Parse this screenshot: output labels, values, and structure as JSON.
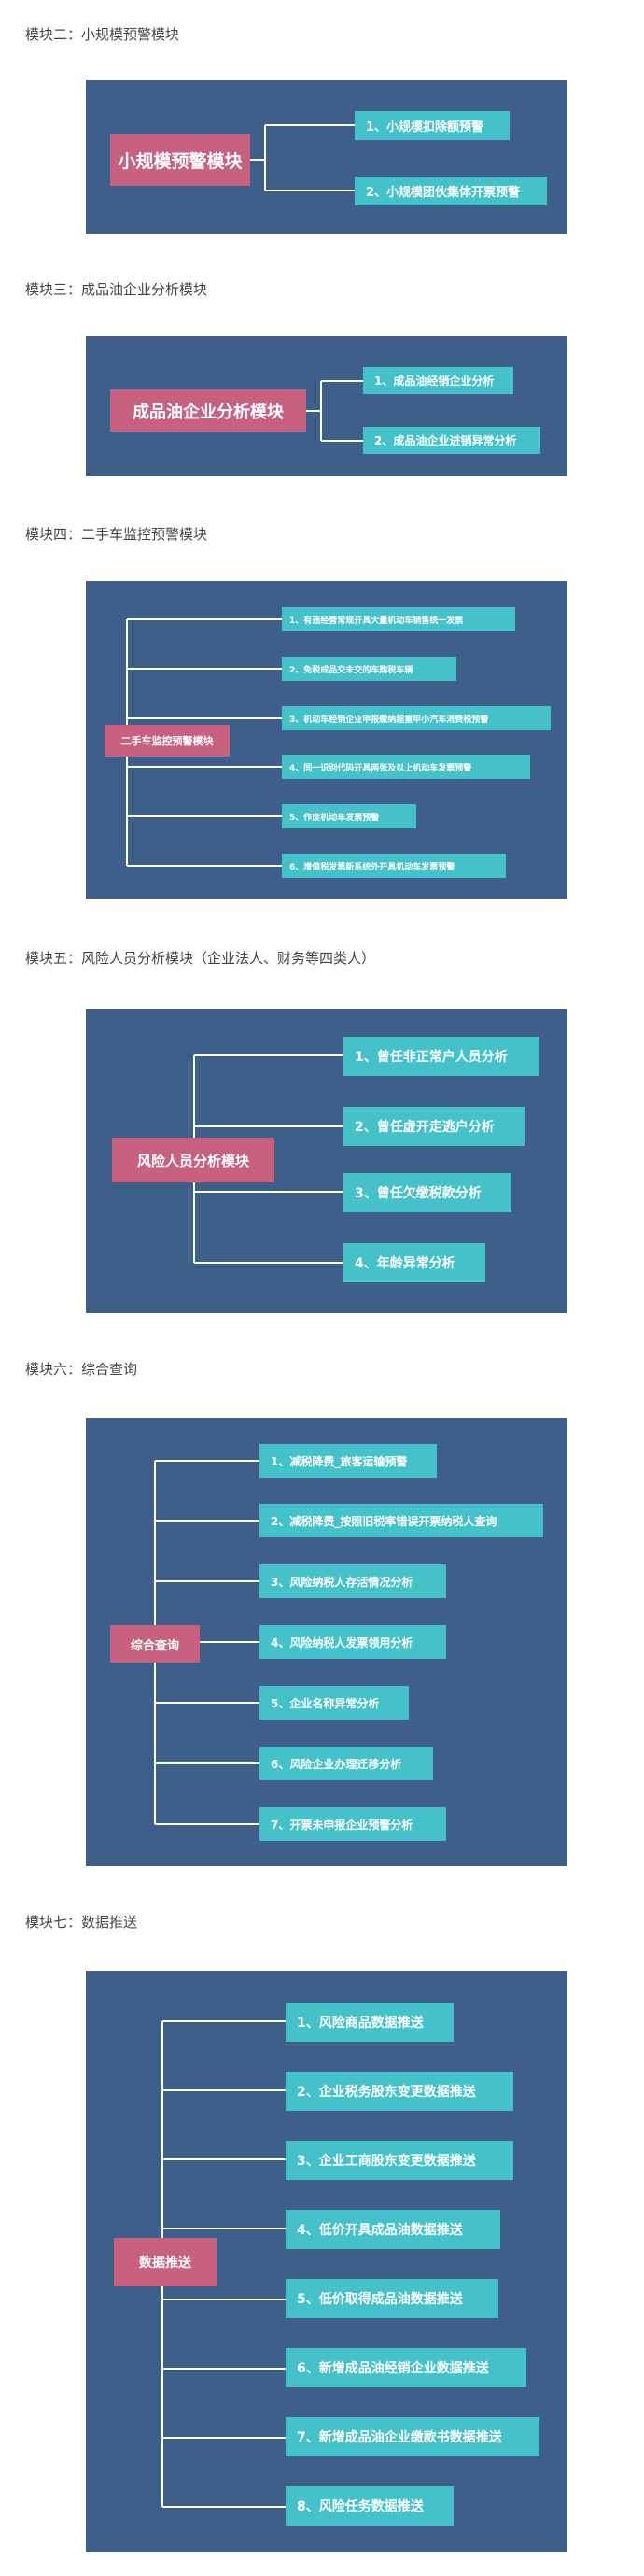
{
  "colors": {
    "panel_bg": "#3e5f8a",
    "root_box": "#c8607f",
    "child_box": "#45c1c9",
    "connector": "#ffffff"
  },
  "sections": [
    {
      "heading": "模块二：小规模预警模块",
      "root": "小规模预警模块",
      "children": [
        "1、小规模扣除额预警",
        "2、小规模团伙集体开票预警"
      ]
    },
    {
      "heading": "模块三：成品油企业分析模块",
      "root": "成品油企业分析模块",
      "children": [
        "1、成品油经销企业分析",
        "2、成品油企业进销异常分析"
      ]
    },
    {
      "heading": "模块四：二手车监控预警模块",
      "root": "二手车监控预警模块",
      "children": [
        "1、有违经营常规开具大量机动车销售统一发票",
        "2、免税成品交未交的车购税车辆",
        "3、机动车经销企业申报缴纳超重甲小汽车消费税预警",
        "4、同一识别代码开具两张及以上机动车发票预警",
        "5、作废机动车发票预警",
        "6、增值税发票新系统外开具机动车发票预警"
      ]
    },
    {
      "heading": "模块五：风险人员分析模块（企业法人、财务等四类人）",
      "root": "风险人员分析模块",
      "children": [
        "1、曾任非正常户人员分析",
        "2、曾任虚开走逃户分析",
        "3、曾任欠缴税款分析",
        "4、年龄异常分析"
      ]
    },
    {
      "heading": "模块六：综合查询",
      "root": "综合查询",
      "children": [
        "1、减税降费_旅客运输预警",
        "2、减税降费_按照旧税率错误开票纳税人查询",
        "3、风险纳税人存活情况分析",
        "4、风险纳税人发票领用分析",
        "5、企业名称异常分析",
        "6、风险企业办理迁移分析",
        "7、开票未申报企业预警分析"
      ]
    },
    {
      "heading": "模块七：数据推送",
      "root": "数据推送",
      "children": [
        "1、风险商品数据推送",
        "2、企业税务股东变更数据推送",
        "3、企业工商股东变更数据推送",
        "4、低价开具成品油数据推送",
        "5、低价取得成品油数据推送",
        "6、新增成品油经销企业数据推送",
        "7、新增成品油企业缴款书数据推送",
        "8、风险任务数据推送"
      ]
    }
  ]
}
